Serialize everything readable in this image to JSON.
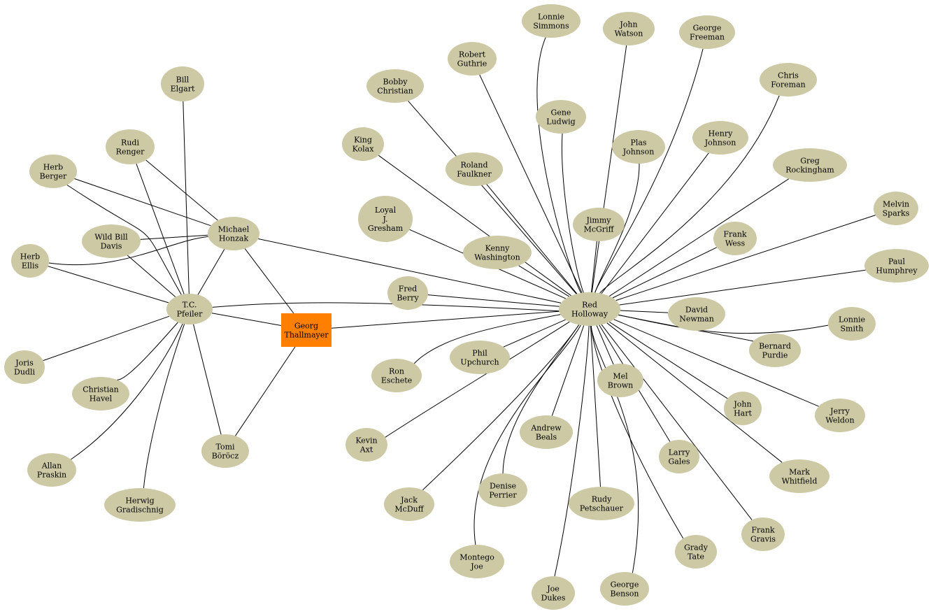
{
  "colors": {
    "node_fill": "#cdc9a5",
    "center_fill": "#ff7f00",
    "edge": "#000000",
    "text": "#000000"
  },
  "nodes": [
    {
      "id": "georg",
      "lines": [
        "Georg",
        "Thallmayer"
      ],
      "shape": "box"
    },
    {
      "id": "tc",
      "lines": [
        "T.C.",
        "Pfeiler"
      ],
      "shape": "ellipse"
    },
    {
      "id": "michael",
      "lines": [
        "Michael",
        "Honzak"
      ],
      "shape": "ellipse"
    },
    {
      "id": "tomi",
      "lines": [
        "Tomi",
        "Böröcz"
      ],
      "shape": "ellipse"
    },
    {
      "id": "red",
      "lines": [
        "Red",
        "Holloway"
      ],
      "shape": "ellipse"
    },
    {
      "id": "bill_elgart",
      "lines": [
        "Bill",
        "Elgart"
      ],
      "shape": "ellipse"
    },
    {
      "id": "rudi",
      "lines": [
        "Rudi",
        "Renger"
      ],
      "shape": "ellipse"
    },
    {
      "id": "herb_berger",
      "lines": [
        "Herb",
        "Berger"
      ],
      "shape": "ellipse"
    },
    {
      "id": "wild_bill",
      "lines": [
        "Wild Bill",
        "Davis"
      ],
      "shape": "ellipse"
    },
    {
      "id": "herb_ellis",
      "lines": [
        "Herb",
        "Ellis"
      ],
      "shape": "ellipse"
    },
    {
      "id": "joris",
      "lines": [
        "Joris",
        "Dudli"
      ],
      "shape": "ellipse"
    },
    {
      "id": "christian",
      "lines": [
        "Christian",
        "Havel"
      ],
      "shape": "ellipse"
    },
    {
      "id": "allan",
      "lines": [
        "Allan",
        "Praskin"
      ],
      "shape": "ellipse"
    },
    {
      "id": "herwig",
      "lines": [
        "Herwig",
        "Gradischnig"
      ],
      "shape": "ellipse"
    },
    {
      "id": "lonnie_simmons",
      "lines": [
        "Lonnie",
        "Simmons"
      ],
      "shape": "ellipse"
    },
    {
      "id": "john_watson",
      "lines": [
        "John",
        "Watson"
      ],
      "shape": "ellipse"
    },
    {
      "id": "george_freeman",
      "lines": [
        "George",
        "Freeman"
      ],
      "shape": "ellipse"
    },
    {
      "id": "robert_guthrie",
      "lines": [
        "Robert",
        "Guthrie"
      ],
      "shape": "ellipse"
    },
    {
      "id": "bobby_christian",
      "lines": [
        "Bobby",
        "Christian"
      ],
      "shape": "ellipse"
    },
    {
      "id": "chris_foreman",
      "lines": [
        "Chris",
        "Foreman"
      ],
      "shape": "ellipse"
    },
    {
      "id": "gene_ludwig",
      "lines": [
        "Gene",
        "Ludwig"
      ],
      "shape": "ellipse"
    },
    {
      "id": "king_kolax",
      "lines": [
        "King",
        "Kolax"
      ],
      "shape": "ellipse"
    },
    {
      "id": "plas_johnson",
      "lines": [
        "Plas",
        "Johnson"
      ],
      "shape": "ellipse"
    },
    {
      "id": "henry_johnson",
      "lines": [
        "Henry",
        "Johnson"
      ],
      "shape": "ellipse"
    },
    {
      "id": "roland",
      "lines": [
        "Roland",
        "Faulkner"
      ],
      "shape": "ellipse"
    },
    {
      "id": "greg",
      "lines": [
        "Greg",
        "Rockingham"
      ],
      "shape": "ellipse"
    },
    {
      "id": "loyal",
      "lines": [
        "Loyal",
        "J.",
        "Gresham"
      ],
      "shape": "ellipse"
    },
    {
      "id": "melvin",
      "lines": [
        "Melvin",
        "Sparks"
      ],
      "shape": "ellipse"
    },
    {
      "id": "jimmy",
      "lines": [
        "Jimmy",
        "McGriff"
      ],
      "shape": "ellipse"
    },
    {
      "id": "frank_wess",
      "lines": [
        "Frank",
        "Wess"
      ],
      "shape": "ellipse"
    },
    {
      "id": "kenny",
      "lines": [
        "Kenny",
        "Washington"
      ],
      "shape": "ellipse"
    },
    {
      "id": "paul",
      "lines": [
        "Paul",
        "Humphrey"
      ],
      "shape": "ellipse"
    },
    {
      "id": "fred",
      "lines": [
        "Fred",
        "Berry"
      ],
      "shape": "ellipse"
    },
    {
      "id": "david",
      "lines": [
        "David",
        "Newman"
      ],
      "shape": "ellipse"
    },
    {
      "id": "lonnie_smith",
      "lines": [
        "Lonnie",
        "Smith"
      ],
      "shape": "ellipse"
    },
    {
      "id": "bernard",
      "lines": [
        "Bernard",
        "Purdie"
      ],
      "shape": "ellipse"
    },
    {
      "id": "phil",
      "lines": [
        "Phil",
        "Upchurch"
      ],
      "shape": "ellipse"
    },
    {
      "id": "ron",
      "lines": [
        "Ron",
        "Eschete"
      ],
      "shape": "ellipse"
    },
    {
      "id": "mel",
      "lines": [
        "Mel",
        "Brown"
      ],
      "shape": "ellipse"
    },
    {
      "id": "john_hart",
      "lines": [
        "John",
        "Hart"
      ],
      "shape": "ellipse"
    },
    {
      "id": "jerry",
      "lines": [
        "Jerry",
        "Weldon"
      ],
      "shape": "ellipse"
    },
    {
      "id": "kevin",
      "lines": [
        "Kevin",
        "Axt"
      ],
      "shape": "ellipse"
    },
    {
      "id": "andrew",
      "lines": [
        "Andrew",
        "Beals"
      ],
      "shape": "ellipse"
    },
    {
      "id": "larry",
      "lines": [
        "Larry",
        "Gales"
      ],
      "shape": "ellipse"
    },
    {
      "id": "mark",
      "lines": [
        "Mark",
        "Whitfield"
      ],
      "shape": "ellipse"
    },
    {
      "id": "denise",
      "lines": [
        "Denise",
        "Perrier"
      ],
      "shape": "ellipse"
    },
    {
      "id": "jack",
      "lines": [
        "Jack",
        "McDuff"
      ],
      "shape": "ellipse"
    },
    {
      "id": "rudy",
      "lines": [
        "Rudy",
        "Petschauer"
      ],
      "shape": "ellipse"
    },
    {
      "id": "montego",
      "lines": [
        "Montego",
        "Joe"
      ],
      "shape": "ellipse"
    },
    {
      "id": "grady",
      "lines": [
        "Grady",
        "Tate"
      ],
      "shape": "ellipse"
    },
    {
      "id": "frank_gravis",
      "lines": [
        "Frank",
        "Gravis"
      ],
      "shape": "ellipse"
    },
    {
      "id": "joe",
      "lines": [
        "Joe",
        "Dukes"
      ],
      "shape": "ellipse"
    },
    {
      "id": "george_benson",
      "lines": [
        "George",
        "Benson"
      ],
      "shape": "ellipse"
    }
  ],
  "edges": [
    [
      "georg",
      "tc"
    ],
    [
      "georg",
      "michael"
    ],
    [
      "georg",
      "tomi"
    ],
    [
      "georg",
      "red"
    ],
    [
      "tc",
      "red"
    ],
    [
      "tc",
      "michael"
    ],
    [
      "tc",
      "tomi"
    ],
    [
      "tc",
      "bill_elgart"
    ],
    [
      "tc",
      "rudi"
    ],
    [
      "tc",
      "herb_berger"
    ],
    [
      "tc",
      "wild_bill"
    ],
    [
      "tc",
      "herb_ellis"
    ],
    [
      "tc",
      "joris"
    ],
    [
      "tc",
      "christian"
    ],
    [
      "tc",
      "allan"
    ],
    [
      "tc",
      "herwig"
    ],
    [
      "michael",
      "red"
    ],
    [
      "michael",
      "rudi"
    ],
    [
      "michael",
      "herb_berger"
    ],
    [
      "michael",
      "wild_bill"
    ],
    [
      "michael",
      "herb_ellis"
    ],
    [
      "red",
      "lonnie_simmons"
    ],
    [
      "red",
      "john_watson"
    ],
    [
      "red",
      "george_freeman"
    ],
    [
      "red",
      "robert_guthrie"
    ],
    [
      "red",
      "bobby_christian"
    ],
    [
      "red",
      "chris_foreman"
    ],
    [
      "red",
      "gene_ludwig"
    ],
    [
      "red",
      "king_kolax"
    ],
    [
      "red",
      "plas_johnson"
    ],
    [
      "red",
      "henry_johnson"
    ],
    [
      "red",
      "roland"
    ],
    [
      "red",
      "greg"
    ],
    [
      "red",
      "loyal"
    ],
    [
      "red",
      "melvin"
    ],
    [
      "red",
      "jimmy"
    ],
    [
      "red",
      "frank_wess"
    ],
    [
      "red",
      "kenny"
    ],
    [
      "red",
      "paul"
    ],
    [
      "red",
      "fred"
    ],
    [
      "red",
      "david"
    ],
    [
      "red",
      "lonnie_smith"
    ],
    [
      "red",
      "bernard"
    ],
    [
      "red",
      "phil"
    ],
    [
      "red",
      "ron"
    ],
    [
      "red",
      "mel"
    ],
    [
      "red",
      "john_hart"
    ],
    [
      "red",
      "jerry"
    ],
    [
      "red",
      "kevin"
    ],
    [
      "red",
      "andrew"
    ],
    [
      "red",
      "larry"
    ],
    [
      "red",
      "mark"
    ],
    [
      "red",
      "denise"
    ],
    [
      "red",
      "jack"
    ],
    [
      "red",
      "rudy"
    ],
    [
      "red",
      "montego"
    ],
    [
      "red",
      "grady"
    ],
    [
      "red",
      "frank_gravis"
    ],
    [
      "red",
      "joe"
    ],
    [
      "red",
      "george_benson"
    ]
  ]
}
